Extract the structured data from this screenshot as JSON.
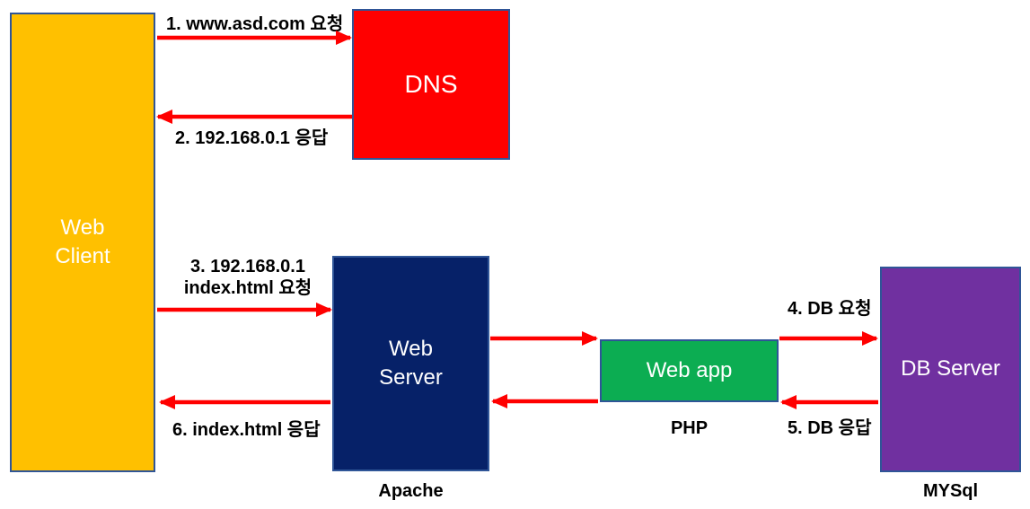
{
  "diagram": {
    "nodes": {
      "web_client": {
        "line1": "Web",
        "line2": "Client"
      },
      "dns": {
        "label": "DNS"
      },
      "web_server": {
        "line1": "Web",
        "line2": "Server",
        "caption": "Apache"
      },
      "web_app": {
        "label": "Web app",
        "caption": "PHP"
      },
      "db_server": {
        "label": "DB Server",
        "caption": "MYSql"
      }
    },
    "edges": {
      "e1": {
        "label": "1. www.asd.com 요청"
      },
      "e2": {
        "label": "2. 192.168.0.1 응답"
      },
      "e3": {
        "line1": "3. 192.168.0.1",
        "line2": "index.html 요청"
      },
      "e4": {
        "label": "4. DB 요청"
      },
      "e5": {
        "label": "5. DB 응답"
      },
      "e6": {
        "label": "6. index.html 응답"
      }
    },
    "colors": {
      "client_fill": "#FFC000",
      "dns_fill": "#FF0000",
      "server_fill": "#062168",
      "app_fill": "#0CAD52",
      "db_fill": "#7030A0",
      "arrow": "#FF0000",
      "border": "#2F5597",
      "node_text": "#FFFFFF",
      "label_text": "#000000"
    }
  }
}
